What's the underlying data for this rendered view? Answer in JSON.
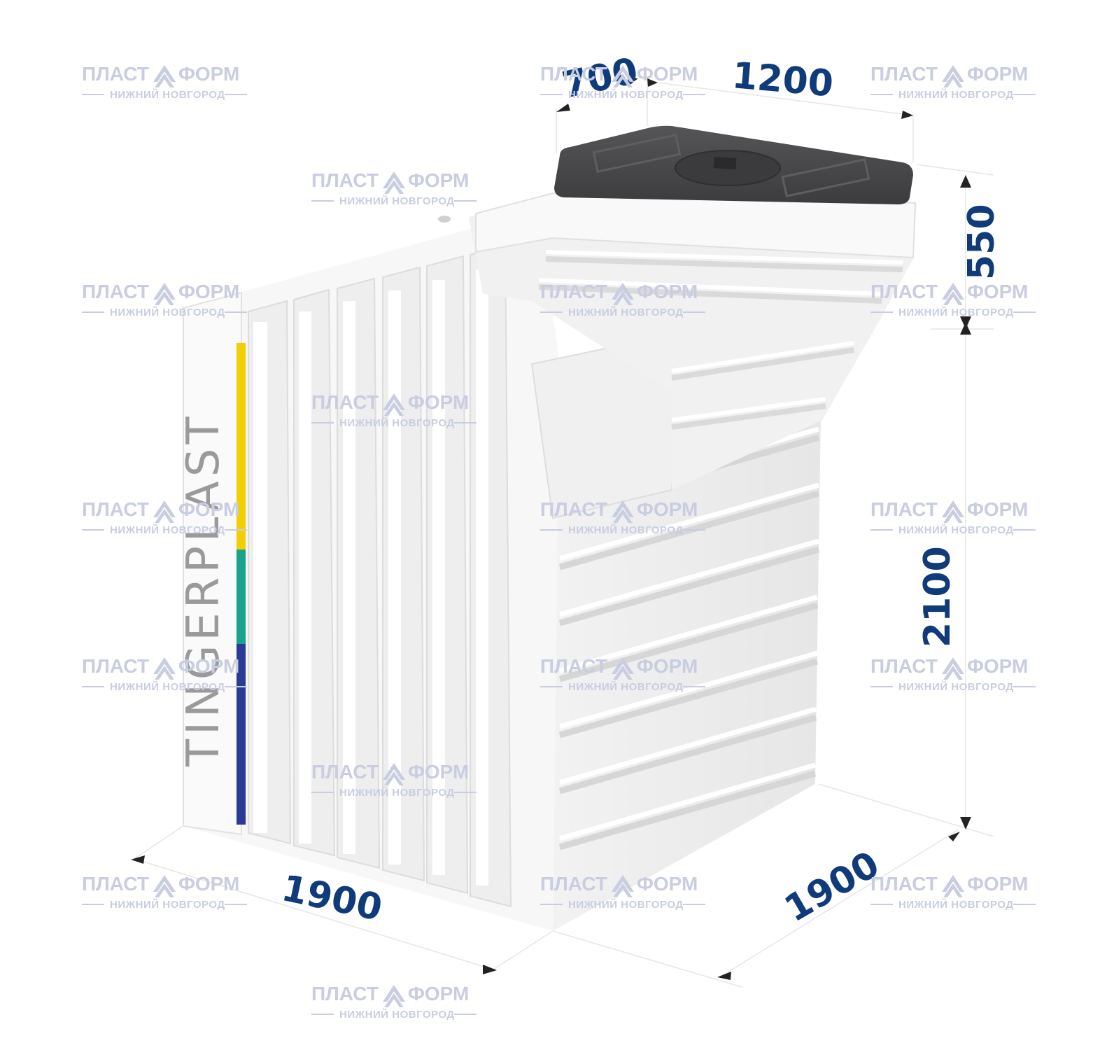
{
  "brand": "TINGERPLAST",
  "dimensions": {
    "width_top": "700",
    "length_top": "1200",
    "neck_height": "550",
    "body_height": "2100",
    "base_left": "1900",
    "base_right": "1900"
  },
  "watermark": {
    "title_left": "ПЛАСТ",
    "title_right": "ФОРМ",
    "subtitle": "НИЖНИЙ НОВГОРОД"
  },
  "colors": {
    "dim_text": "#0f3b7a",
    "lid": "#4a4a4c",
    "stripe_yellow": "#f2cf00",
    "stripe_teal": "#1aa38c",
    "stripe_blue": "#2a3b96",
    "watermark": "#c8cde0"
  },
  "icons": [
    "chevron-logo-icon",
    "arrowhead-icon"
  ]
}
